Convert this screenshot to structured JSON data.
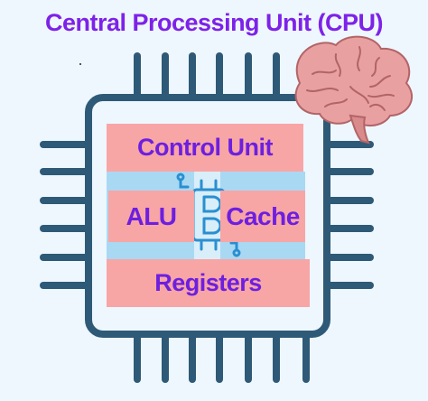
{
  "diagram": {
    "title": "Central Processing Unit (CPU)",
    "components": {
      "control_unit": "Control Unit",
      "alu": "ALU",
      "cache": "Cache",
      "registers": "Registers"
    }
  },
  "colors": {
    "background": "#eef7fd",
    "title": "#7d22e8",
    "label": "#6d1fe0",
    "block": "#f8a5a6",
    "chip_outline": "#2e5a78",
    "inner_band": "#a9d8f3",
    "brain": "#e8a0a0"
  },
  "icons": [
    "brain-icon",
    "circuit-chip-icon"
  ]
}
